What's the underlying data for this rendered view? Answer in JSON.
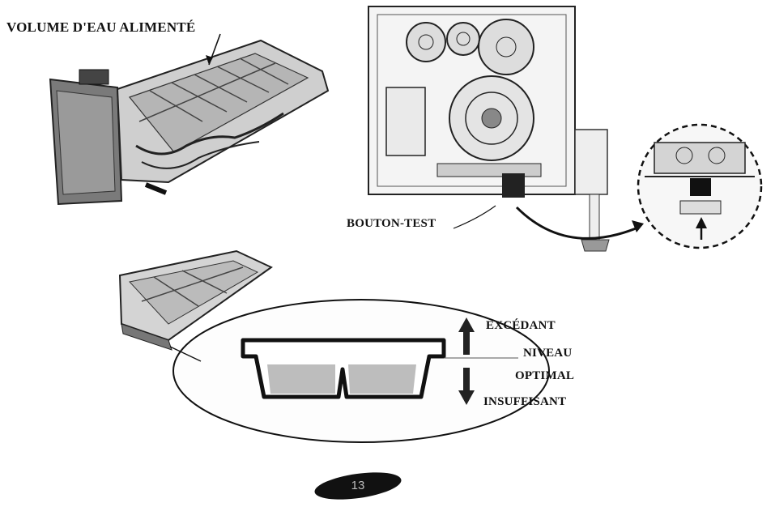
{
  "labels": {
    "water_volume": "VOLUME D'EAU ALIMENTÉ",
    "test_button": "BOUTON-TEST",
    "excess": "EXCÉDANT",
    "optimal_line1": "NIVEAU",
    "optimal_line2": "OPTIMAL",
    "insufficient": "INSUFFISANT"
  },
  "page_number": "13"
}
